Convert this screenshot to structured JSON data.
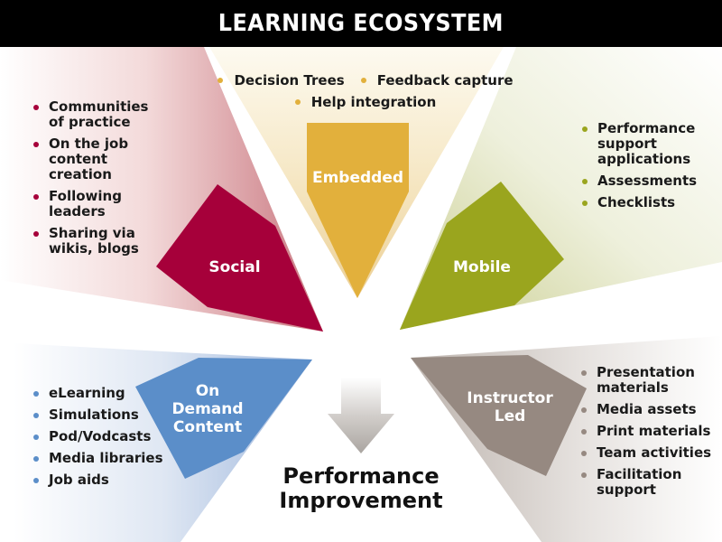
{
  "title": "LEARNING ECOSYSTEM",
  "colors": {
    "social": "#a6003a",
    "embedded": "#e2b03c",
    "mobile": "#9aa51e",
    "on_demand": "#5b8ec9",
    "instructor_led": "#968981",
    "arrow": "#b5b0ac"
  },
  "segments": {
    "social": {
      "label": "Social",
      "items": [
        "Communities of practice",
        "On the job content creation",
        "Following leaders",
        "Sharing via wikis, blogs"
      ]
    },
    "embedded": {
      "label": "Embedded",
      "items": [
        "Decision Trees",
        "Feedback capture",
        "Help integration"
      ]
    },
    "mobile": {
      "label": "Mobile",
      "items": [
        "Performance support applications",
        "Assessments",
        "Checklists"
      ]
    },
    "on_demand": {
      "label_lines": [
        "On",
        "Demand",
        "Content"
      ],
      "items": [
        "eLearning",
        "Simulations",
        "Pod/Vodcasts",
        "Media libraries",
        "Job aids"
      ]
    },
    "instructor_led": {
      "label_lines": [
        "Instructor",
        "Led"
      ],
      "items": [
        "Presentation materials",
        "Media assets",
        "Print materials",
        "Team activities",
        "Facilitation support"
      ]
    }
  },
  "outcome": {
    "lines": [
      "Performance",
      "Improvement"
    ],
    "icon": "down-arrow-icon"
  }
}
